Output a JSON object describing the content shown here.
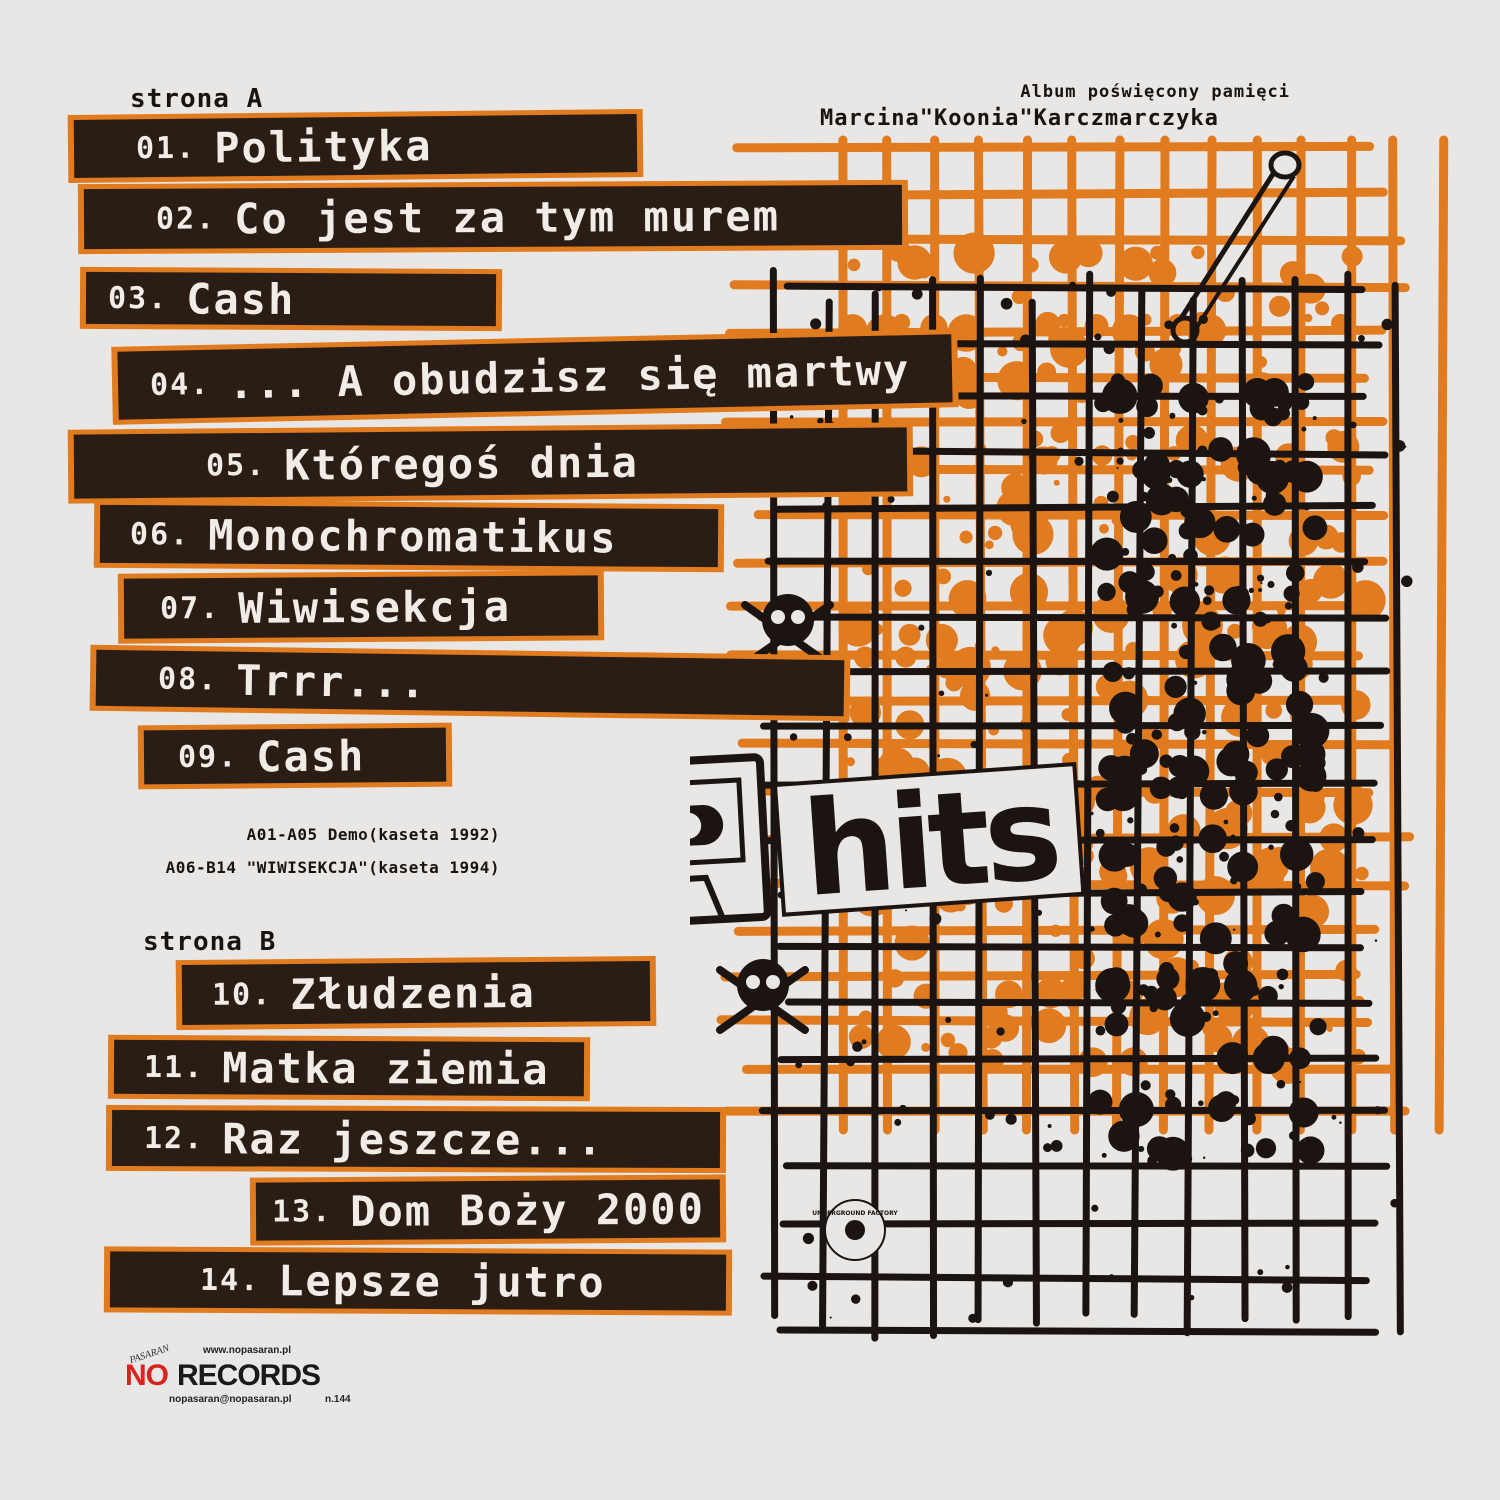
{
  "dedication": {
    "line1": "Album poświęcony pamięci",
    "line2": "Marcina\"Koonia\"Karczmarczyka"
  },
  "side_a": {
    "label": "strona A",
    "tracks": [
      {
        "num": "01.",
        "title": "Polityka"
      },
      {
        "num": "02.",
        "title": "Co jest za tym murem"
      },
      {
        "num": "03.",
        "title": "Cash"
      },
      {
        "num": "04.",
        "title": "... A obudzisz się martwy"
      },
      {
        "num": "05.",
        "title": "Któregoś dnia"
      },
      {
        "num": "06.",
        "title": "Monochromatikus"
      },
      {
        "num": "07.",
        "title": "Wiwisekcja"
      },
      {
        "num": "08.",
        "title": "Trrr..."
      },
      {
        "num": "09.",
        "title": "Cash"
      }
    ]
  },
  "notes": {
    "line1": "A01-A05 Demo(kaseta 1992)",
    "line2": "A06-B14 \"WIWISEKCJA\"(kaseta 1994)"
  },
  "side_b": {
    "label": "strona B",
    "tracks": [
      {
        "num": "10.",
        "title": "Złudzenia"
      },
      {
        "num": "11.",
        "title": "Matka ziemia"
      },
      {
        "num": "12.",
        "title": "Raz jeszcze..."
      },
      {
        "num": "13.",
        "title": "Dom Boży 2000"
      },
      {
        "num": "14.",
        "title": "Lepsze jutro"
      }
    ]
  },
  "artwork": {
    "hits_text": "hits",
    "stamp_text": "UNDERGROUND FACTORY",
    "colors": {
      "orange": "#e07b1f",
      "black": "#1b1411",
      "paper": "#e8e7e5"
    },
    "icons": [
      "safety-pin-icon",
      "skull-crossbones-icon",
      "cassette-tape-icon",
      "stamp-icon"
    ]
  },
  "logo": {
    "url": "www.nopasaran.pl",
    "no": "NO",
    "pasaran": "PASARAN",
    "records": "RECORDS",
    "email": "nopasaran@nopasaran.pl",
    "catalog": "n.144"
  }
}
